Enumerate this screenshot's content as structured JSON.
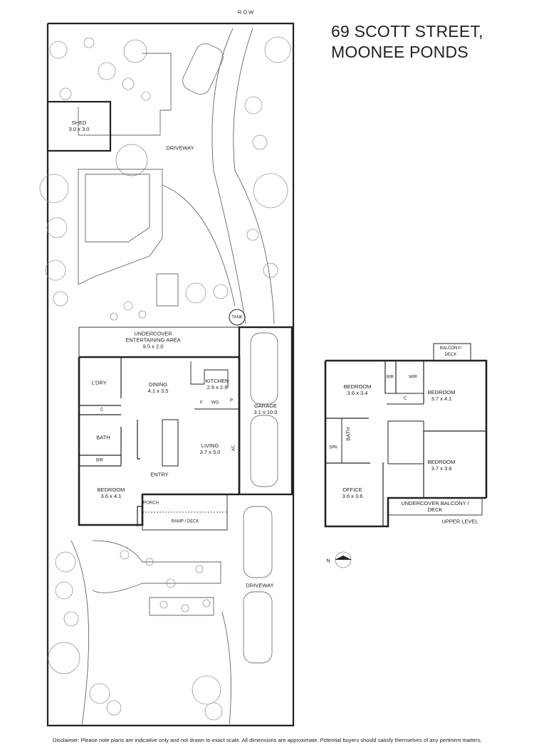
{
  "title": {
    "line1": "69 SCOTT STREET,",
    "line2": "MOONEE PONDS"
  },
  "site": {
    "row": "R.O.W",
    "driveway_rear": "DRIVEWAY",
    "driveway_front": "DRIVEWAY",
    "tank": "TANK"
  },
  "ground_floor": {
    "rooms": [
      {
        "name": "SHED",
        "size": "3.0 x 3.0"
      },
      {
        "name": "UNDERCOVER ENTERTAINING AREA",
        "size": "9.5 x 2.0"
      },
      {
        "name": "L'DRY",
        "size": ""
      },
      {
        "name": "DINING",
        "size": "4.1 x 3.5"
      },
      {
        "name": "KITCHEN",
        "size": "2.9 x 2.9"
      },
      {
        "name": "GARAGE",
        "size": "3.1 x 10.0"
      },
      {
        "name": "C",
        "size": ""
      },
      {
        "name": "BATH",
        "size": ""
      },
      {
        "name": "BIR",
        "size": ""
      },
      {
        "name": "LIVING",
        "size": "3.7 x 5.0"
      },
      {
        "name": "ENTRY",
        "size": ""
      },
      {
        "name": "BEDROOM",
        "size": "3.6 x 4.1"
      },
      {
        "name": "PORCH",
        "size": ""
      },
      {
        "name": "RAMP / DECK",
        "size": ""
      }
    ],
    "fixtures": {
      "fridge": "F",
      "wall_oven": "WO",
      "pantry": "P",
      "ac": "AC"
    }
  },
  "upper_level": {
    "label": "UPPER LEVEL",
    "rooms": [
      {
        "name": "BALCONY/ DECK",
        "size": ""
      },
      {
        "name": "BEDROOM",
        "size": "3.6 x 3.4"
      },
      {
        "name": "BIR",
        "size": ""
      },
      {
        "name": "WIR",
        "size": ""
      },
      {
        "name": "BEDROOM",
        "size": "3.7 x 4.1"
      },
      {
        "name": "C",
        "size": ""
      },
      {
        "name": "BATH",
        "size": ""
      },
      {
        "name": "SPA",
        "size": ""
      },
      {
        "name": "BEDROOM",
        "size": "3.7 x 3.8"
      },
      {
        "name": "OFFICE",
        "size": "3.6 x 3.6"
      },
      {
        "name": "UNDERCOVER BALCONY / DECK",
        "size": ""
      }
    ]
  },
  "compass": {
    "north": "N"
  },
  "disclaimer": "Disclaimer: Please note plans are indicative only and not drawn to exact scale. All dimensions are approximate. Potential buyers should satisfy themselves of any pertinent matters."
}
